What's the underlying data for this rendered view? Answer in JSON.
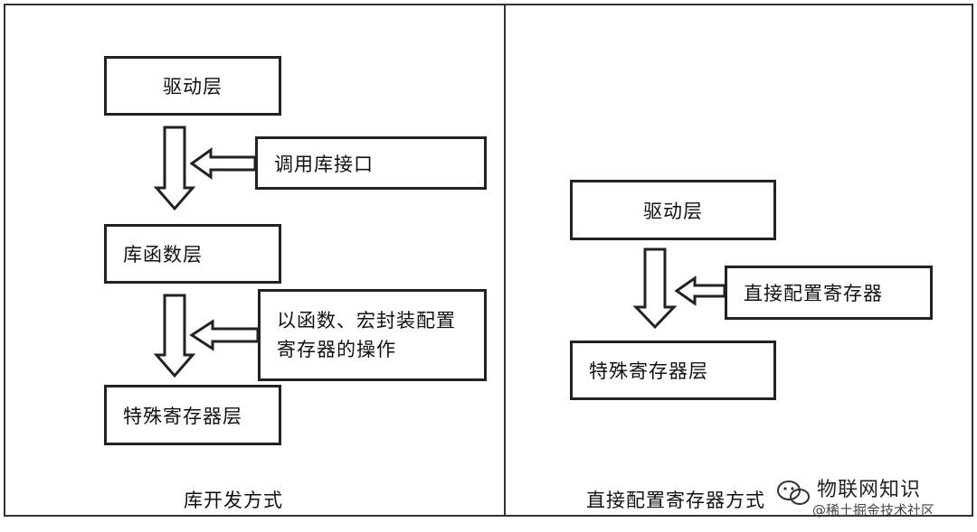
{
  "left": {
    "driver_layer": "驱动层",
    "note_call_api": "调用库接口",
    "lib_layer": "库函数层",
    "note_wrap_line1": "以函数、宏封装配置",
    "note_wrap_line2": "寄存器的操作",
    "special_reg_layer": "特殊寄存器层",
    "caption": "库开发方式"
  },
  "right": {
    "driver_layer": "驱动层",
    "note_direct": "直接配置寄存器",
    "special_reg_layer": "特殊寄存器层",
    "caption": "直接配置寄存器方式"
  },
  "watermark": {
    "name": "物联网知识",
    "sub": "@稀土掘金技术社区"
  }
}
